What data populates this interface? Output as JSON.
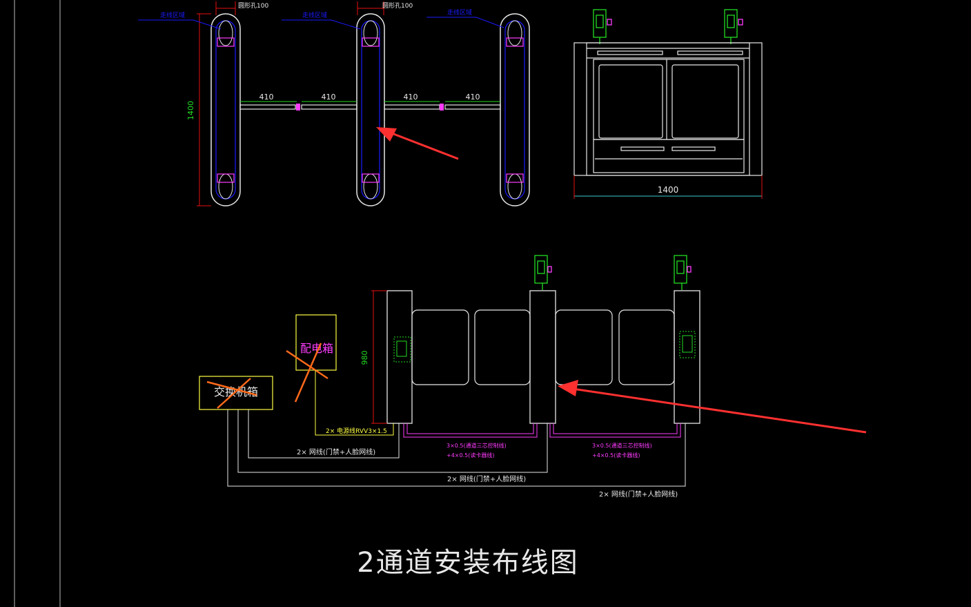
{
  "colors": {
    "background": "#000000",
    "white": "#e8e8e8",
    "blue": "#1a1aff",
    "magenta": "#ff3cff",
    "green": "#22dd22",
    "yellow": "#ffff44",
    "red": "#e81010",
    "orange": "#ff6a1a",
    "cyan": "#40c8c8",
    "arrow": "#ff3030"
  },
  "title": "2通道安装布线图",
  "top_plan": {
    "height_dim": "1400",
    "gap_dims": [
      "410",
      "410",
      "410",
      "410"
    ],
    "hole_labels": [
      "圆形孔100",
      "圆形孔100"
    ],
    "leader_labels": [
      "走线区域",
      "走线区域",
      "走线区域"
    ]
  },
  "front_view": {
    "width_dim": "1400"
  },
  "wiring": {
    "height_dim": "980",
    "distribution_box": "配电箱",
    "switch_box": "交换机箱",
    "power_cable": "2× 电源线RVV3×1.5",
    "control_cable_1": [
      "3×0.5(通道三芯控制线)",
      "+4×0.5(读卡器线)"
    ],
    "control_cable_2": [
      "3×0.5(通道三芯控制线)",
      "+4×0.5(读卡器线)"
    ],
    "net_cable_1": "2× 网线(门禁+人脸网线)",
    "net_cable_2": "2× 网线(门禁+人脸网线)",
    "net_cable_3": "2× 网线(门禁+人脸网线)"
  }
}
